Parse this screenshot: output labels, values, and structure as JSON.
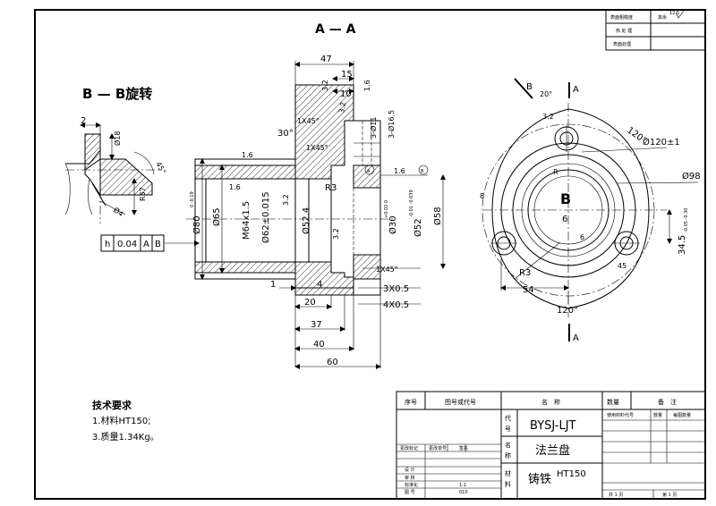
{
  "section_titles": {
    "aa_top": "A — A",
    "bb": "B — B旋转"
  },
  "sec_bb": {
    "d2": "2",
    "d18": "Ø18",
    "d45": "45°",
    "dr37": "R37",
    "dx4": "Ø4",
    "fcf": {
      "sym": "h",
      "tol": "0.04",
      "ref1": "A",
      "ref2": "B"
    }
  },
  "sec_aa": {
    "d47": "47",
    "d15": "15",
    "d10": "10",
    "r32a": "3.2",
    "r16a": "1.6",
    "r32b": "3.2",
    "hole11": "3-Ø11",
    "hole16": "3-Ø16.5",
    "ch1": "1X45°",
    "ch2": "1X45°",
    "ang30": "30°",
    "r16b": "1.6",
    "r16c": "1.6",
    "r16d": "1.6",
    "datumA": "A",
    "datumB": "B",
    "d80": "Ø80",
    "d80t": "0\n-0.19",
    "d65": "Ø65",
    "m64": "M64x1.5",
    "d62": "Ø62±0.015",
    "r32c": "3.2",
    "d524": "Ø52.4",
    "r3": "R3",
    "r32d": "3.2",
    "d30": "Ø30",
    "d30t": "+0.02\n0",
    "d52": "Ø52",
    "d52t": "-0.01\n-0.039",
    "d58": "Ø58",
    "ch3": "1X45°",
    "ch4": "3X0.5",
    "ch5": "4X0.5",
    "d1": "1",
    "d4": "4",
    "d20": "20",
    "d37": "37",
    "d40": "40",
    "d60": "60"
  },
  "view_right": {
    "B_top": "B",
    "A_top": "A",
    "ang20": "20°",
    "r32": "3.2",
    "ang120a": "120°",
    "d120": "Ø120±1",
    "d98": "Ø98",
    "tagR": "R",
    "B_mid": "B",
    "d6a": "6",
    "d6b": "6",
    "r3": "R3",
    "d54": "54",
    "d345": "34.5",
    "d345t": "-0.05\n-0.30",
    "ang120b": "120°",
    "A_bot": "A",
    "d45": "45",
    "d85": "8"
  },
  "notes": {
    "heading": "技术要求",
    "line1": "1.材料HT150;",
    "line2": "3.质量1.34Kg。"
  },
  "top_table": {
    "r1a": "表面粗糙度",
    "r1b": "其余",
    "r1c": "12.5",
    "r2a": "热 处 理",
    "r3a": "表面处理"
  },
  "title_block": {
    "h_no": "序号",
    "h_code": "图号或代号",
    "h_name": "名　称",
    "h_qty": "数量",
    "h_note": "备　注",
    "dai": "代",
    "hao": "号",
    "code": "BYSJ-LJT",
    "ming": "名",
    "cheng": "称",
    "part": "法兰盘",
    "cai": "材",
    "liao": "料",
    "mat1": "铸铁",
    "mat2": "HT150",
    "rev_a": "更改标记",
    "rev_b": "更改单号",
    "rev_c": "签名",
    "design": "设 计",
    "check": "审 核",
    "std": "标准化",
    "ratio": "1:1",
    "tuhao": "图 号",
    "code_no": "010",
    "rt1": "使用材料代号",
    "rt2": "数量",
    "rt3": "每图数量",
    "pg1": "共 1 页",
    "pg2": "第 1 页"
  }
}
